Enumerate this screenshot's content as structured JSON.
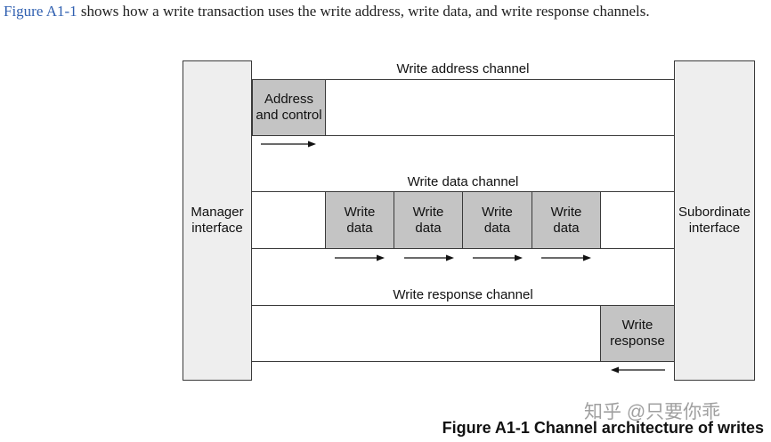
{
  "intro": {
    "reference": "Figure A1-1",
    "text": " shows how a write transaction uses the write address, write data, and write response channels."
  },
  "diagram": {
    "manager_interface": "Manager\ninterface",
    "subordinate_interface": "Subordinate\ninterface",
    "address_channel": {
      "label": "Write address channel",
      "packet": "Address\nand control"
    },
    "data_channel": {
      "label": "Write data channel",
      "packets": [
        "Write\ndata",
        "Write\ndata",
        "Write\ndata",
        "Write\ndata"
      ]
    },
    "response_channel": {
      "label": "Write response channel",
      "packet": "Write\nresponse"
    }
  },
  "watermark": "知乎 @只要你乖",
  "caption": "Figure A1-1 Channel architecture of writes"
}
